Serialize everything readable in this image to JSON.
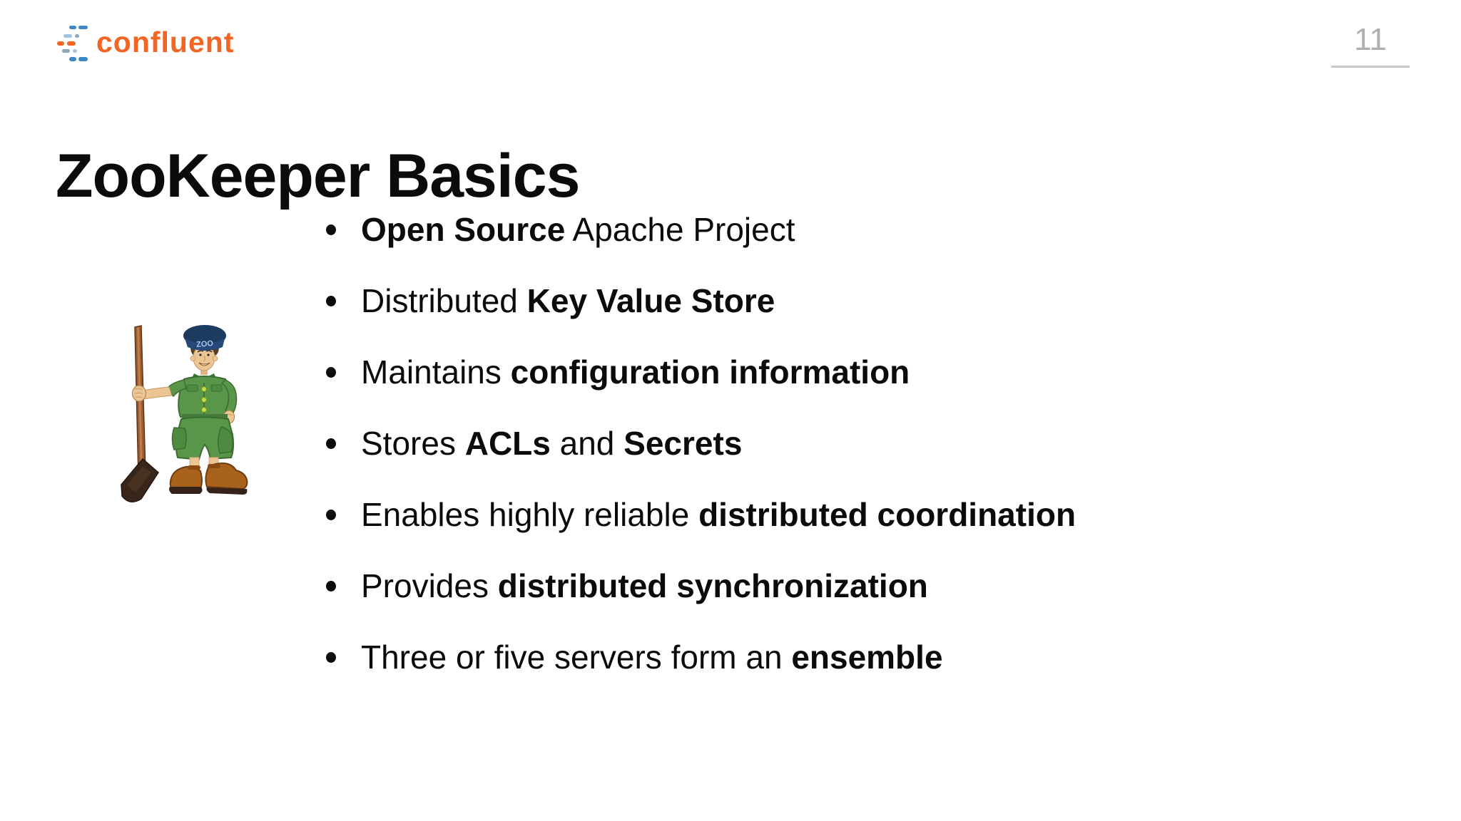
{
  "header": {
    "logo": {
      "brand": "confluent",
      "orange": "#F26524",
      "blue": "#3E87C6",
      "light_blue": "#A3C3DE",
      "gray_blue": "#8FA6B8"
    },
    "page_number": "11",
    "page_number_color": "#AEAEB3",
    "underline_color": "#C8C8CC"
  },
  "title": {
    "text": "ZooKeeper Basics",
    "color": "#0B0B0B"
  },
  "bullets": {
    "marker": "●",
    "text_color": "#0B0B0B",
    "items": [
      {
        "segments": [
          {
            "text": "Open Source",
            "bold": true
          },
          {
            "text": " Apache Project",
            "bold": false
          }
        ]
      },
      {
        "segments": [
          {
            "text": "Distributed ",
            "bold": false
          },
          {
            "text": "Key Value Store",
            "bold": true
          }
        ]
      },
      {
        "segments": [
          {
            "text": "Maintains ",
            "bold": false
          },
          {
            "text": "configuration information",
            "bold": true
          }
        ]
      },
      {
        "segments": [
          {
            "text": "Stores ",
            "bold": false
          },
          {
            "text": "ACLs",
            "bold": true
          },
          {
            "text": " and ",
            "bold": false
          },
          {
            "text": "Secrets",
            "bold": true
          }
        ]
      },
      {
        "segments": [
          {
            "text": "Enables highly reliable ",
            "bold": false
          },
          {
            "text": "distributed coordination",
            "bold": true
          }
        ]
      },
      {
        "segments": [
          {
            "text": "Provides ",
            "bold": false
          },
          {
            "text": "distributed synchronization",
            "bold": true
          }
        ]
      },
      {
        "segments": [
          {
            "text": "Three or five servers form an ",
            "bold": false
          },
          {
            "text": "ensemble",
            "bold": true
          }
        ]
      }
    ]
  },
  "illustration": {
    "description": "cartoon zookeeper in green uniform holding a shovel",
    "hat_label": "ZOO",
    "colors": {
      "uniform_green": "#5A9649",
      "uniform_dark_green": "#3A6D31",
      "button_green": "#C3E044",
      "skin": "#ECC594",
      "hat_navy": "#1D3A5F",
      "boot_brown": "#A9621C",
      "shovel_handle": "#9A5C32",
      "shovel_blade": "#39261A"
    }
  }
}
